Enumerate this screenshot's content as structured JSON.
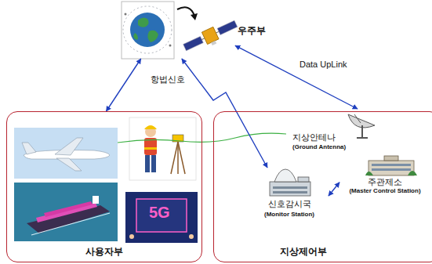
{
  "diagram": {
    "nodes": [
      {
        "text": [
          "우주부"
        ]
      },
      {
        "text": [
          "사용자부"
        ]
      },
      {
        "text": [
          "지상제어부"
        ]
      },
      {
        "text": [
          "지상안테나",
          "(Ground Antenna)"
        ],
        "in": 2
      },
      {
        "text": [
          "주관제소",
          "(Master Control Station)"
        ],
        "in": 2
      },
      {
        "text": [
          "신호감시국",
          "(Monitor Station)"
        ],
        "in": 2
      }
    ],
    "edges": [
      {
        "from": 0,
        "to": 1,
        "arrow": "both"
      },
      {
        "from": 0,
        "to": 5,
        "arrow": "both",
        "label": "항법신호"
      },
      {
        "from": 3,
        "to": 0,
        "arrow": "both",
        "label": "Data UpLink"
      },
      {
        "from": 4,
        "to": 5,
        "arrow": "both"
      }
    ],
    "labels": [
      "5G"
    ]
  }
}
